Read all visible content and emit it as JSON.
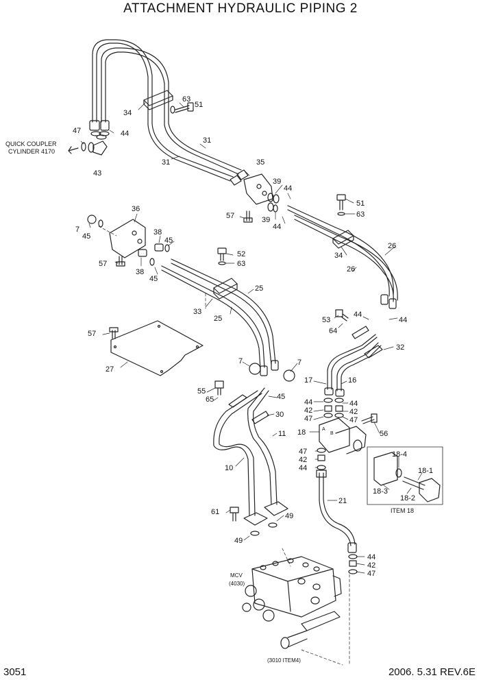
{
  "title": "ATTACHMENT HYDRAULIC PIPING 2",
  "page_number": "3051",
  "revision": "2006. 5.31  REV.6E",
  "callouts": {
    "quick_coupler_line1": "QUICK COUPLER",
    "quick_coupler_line2": "CYLINDER 4170",
    "mcv_line1": "MCV",
    "mcv_line2": "(4030)",
    "reference": "(3010 ITEM4)",
    "item18_box": "ITEM 18"
  },
  "part_labels": [
    {
      "id": "p63a",
      "text": "63"
    },
    {
      "id": "p51a",
      "text": "51"
    },
    {
      "id": "p34a",
      "text": "34"
    },
    {
      "id": "p47a",
      "text": "47"
    },
    {
      "id": "p44a",
      "text": "44"
    },
    {
      "id": "p43",
      "text": "43"
    },
    {
      "id": "p31a",
      "text": "31"
    },
    {
      "id": "p31b",
      "text": "31"
    },
    {
      "id": "p35",
      "text": "35"
    },
    {
      "id": "p39a",
      "text": "39"
    },
    {
      "id": "p44b",
      "text": "44"
    },
    {
      "id": "p57a",
      "text": "57"
    },
    {
      "id": "p39b",
      "text": "39"
    },
    {
      "id": "p44c",
      "text": "44"
    },
    {
      "id": "p51b",
      "text": "51"
    },
    {
      "id": "p63b",
      "text": "63"
    },
    {
      "id": "p36",
      "text": "36"
    },
    {
      "id": "p7a",
      "text": "7"
    },
    {
      "id": "p45a",
      "text": "45"
    },
    {
      "id": "p38a",
      "text": "38"
    },
    {
      "id": "p45b",
      "text": "45"
    },
    {
      "id": "p57b",
      "text": "57"
    },
    {
      "id": "p38b",
      "text": "38"
    },
    {
      "id": "p45c",
      "text": "45"
    },
    {
      "id": "p52",
      "text": "52"
    },
    {
      "id": "p63c",
      "text": "63"
    },
    {
      "id": "p26a",
      "text": "26"
    },
    {
      "id": "p34b",
      "text": "34"
    },
    {
      "id": "p26b",
      "text": "26"
    },
    {
      "id": "p25a",
      "text": "25"
    },
    {
      "id": "p33",
      "text": "33"
    },
    {
      "id": "p25b",
      "text": "25"
    },
    {
      "id": "p53",
      "text": "53"
    },
    {
      "id": "p44d",
      "text": "44"
    },
    {
      "id": "p44e",
      "text": "44"
    },
    {
      "id": "p64",
      "text": "64"
    },
    {
      "id": "p57c",
      "text": "57"
    },
    {
      "id": "p32",
      "text": "32"
    },
    {
      "id": "p27",
      "text": "27"
    },
    {
      "id": "p7b",
      "text": "7"
    },
    {
      "id": "p7c",
      "text": "7"
    },
    {
      "id": "p17",
      "text": "17"
    },
    {
      "id": "p16",
      "text": "16"
    },
    {
      "id": "p55",
      "text": "55"
    },
    {
      "id": "p45d",
      "text": "45"
    },
    {
      "id": "p65",
      "text": "65"
    },
    {
      "id": "p44f",
      "text": "44"
    },
    {
      "id": "p44g",
      "text": "44"
    },
    {
      "id": "p42a",
      "text": "42"
    },
    {
      "id": "p42b",
      "text": "42"
    },
    {
      "id": "p47b",
      "text": "47"
    },
    {
      "id": "p47c",
      "text": "47"
    },
    {
      "id": "p30",
      "text": "30"
    },
    {
      "id": "p11",
      "text": "11"
    },
    {
      "id": "p18",
      "text": "18"
    },
    {
      "id": "p56",
      "text": "56"
    },
    {
      "id": "p47d",
      "text": "47"
    },
    {
      "id": "p42c",
      "text": "42"
    },
    {
      "id": "p44h",
      "text": "44"
    },
    {
      "id": "p10",
      "text": "10"
    },
    {
      "id": "p18_4",
      "text": "18-4"
    },
    {
      "id": "p18_1",
      "text": "18-1"
    },
    {
      "id": "p18_3",
      "text": "18-3"
    },
    {
      "id": "p18_2",
      "text": "18-2"
    },
    {
      "id": "p21",
      "text": "21"
    },
    {
      "id": "p61",
      "text": "61"
    },
    {
      "id": "p49a",
      "text": "49"
    },
    {
      "id": "p49b",
      "text": "49"
    },
    {
      "id": "p44i",
      "text": "44"
    },
    {
      "id": "p42d",
      "text": "42"
    },
    {
      "id": "p47e",
      "text": "47"
    }
  ],
  "valve_ports": {
    "a": "A",
    "b": "B"
  }
}
